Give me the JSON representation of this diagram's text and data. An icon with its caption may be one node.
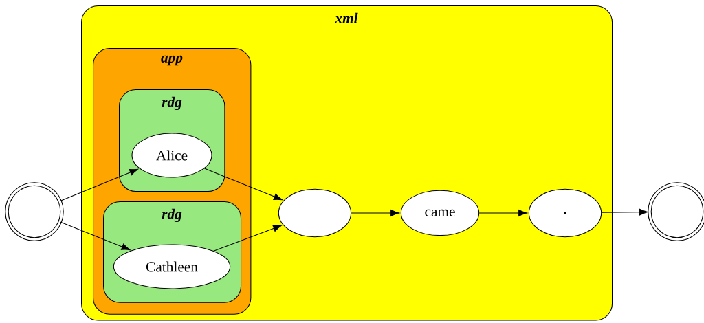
{
  "diagram": {
    "nodes": [
      {
        "text": [],
        "shape": "circle"
      },
      {
        "text": [
          "xml"
        ]
      },
      {
        "text": [
          "app"
        ],
        "in": 1
      },
      {
        "text": [
          "rdg"
        ],
        "in": 2
      },
      {
        "text": [
          "Alice"
        ],
        "in": 3
      },
      {
        "text": [
          "rdg"
        ],
        "in": 2
      },
      {
        "text": [
          "Cathleen"
        ],
        "in": 5
      },
      {
        "text": [],
        "shape": "ellipse",
        "in": 1
      },
      {
        "text": [
          "came"
        ],
        "in": 1
      },
      {
        "text": [
          "."
        ],
        "in": 1
      },
      {
        "text": [],
        "shape": "circle"
      }
    ],
    "edges": [
      {
        "from": 0,
        "to": 4,
        "arrow": "to"
      },
      {
        "from": 0,
        "to": 6,
        "arrow": "to"
      },
      {
        "from": 4,
        "to": 7,
        "arrow": "to"
      },
      {
        "from": 6,
        "to": 7,
        "arrow": "to"
      },
      {
        "from": 7,
        "to": 8,
        "arrow": "to"
      },
      {
        "from": 8,
        "to": 9,
        "arrow": "to"
      },
      {
        "from": 9,
        "to": 10,
        "arrow": "to"
      }
    ]
  }
}
